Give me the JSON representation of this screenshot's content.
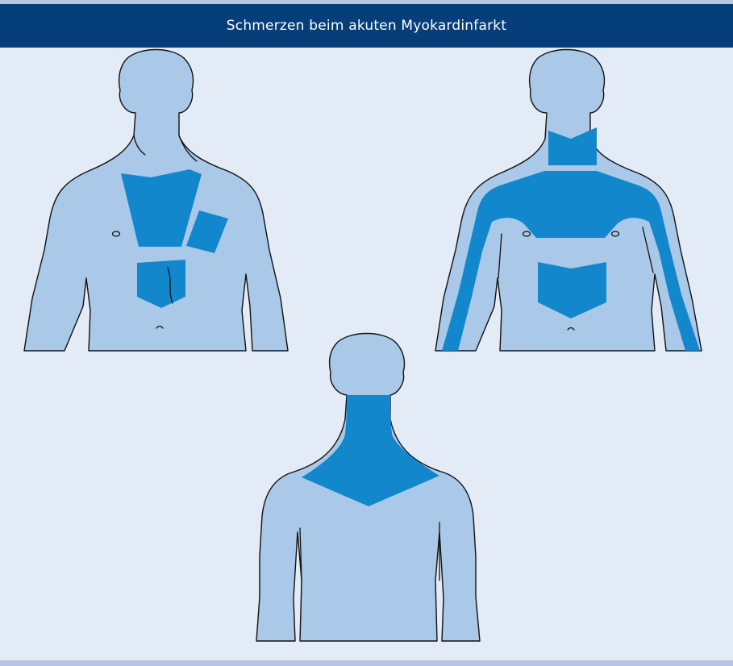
{
  "header": {
    "title": "Schmerzen beim akuten Myokardinfarkt"
  },
  "colors": {
    "header_background": "#053e78",
    "figure_background": "#e3ebf6",
    "body_fill": "#aac8e8",
    "pain_area": "#1387cc",
    "outline": "#111111"
  },
  "figures": [
    {
      "view": "front",
      "pain_regions": [
        "upper-chest",
        "left-shoulder",
        "epigastrium"
      ]
    },
    {
      "view": "front",
      "pain_regions": [
        "neck",
        "shoulders",
        "both-arms",
        "epigastrium"
      ]
    },
    {
      "view": "back",
      "pain_regions": [
        "neck",
        "upper-back"
      ]
    }
  ]
}
